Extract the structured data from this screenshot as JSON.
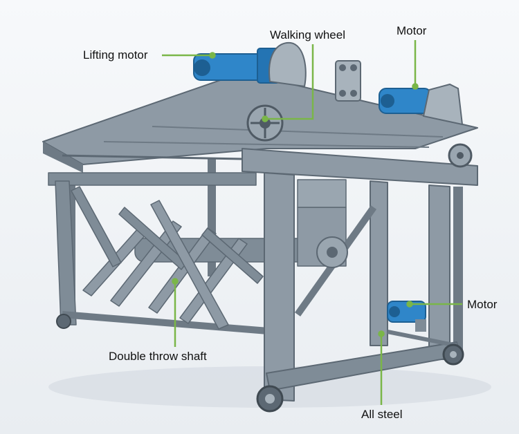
{
  "colors": {
    "frame": "#7f8c97",
    "frame_dark": "#5c6873",
    "frame_light": "#aab4bd",
    "motor": "#2f86c9",
    "leader": "#7ab648",
    "background": "#f4f6f8"
  },
  "callouts": {
    "lifting_motor": "Lifting motor",
    "walking_wheel": "Walking wheel",
    "motor_top": "Motor",
    "motor_right": "Motor",
    "double_throw_shaft": "Double throw shaft",
    "all_steel": "All steel"
  }
}
